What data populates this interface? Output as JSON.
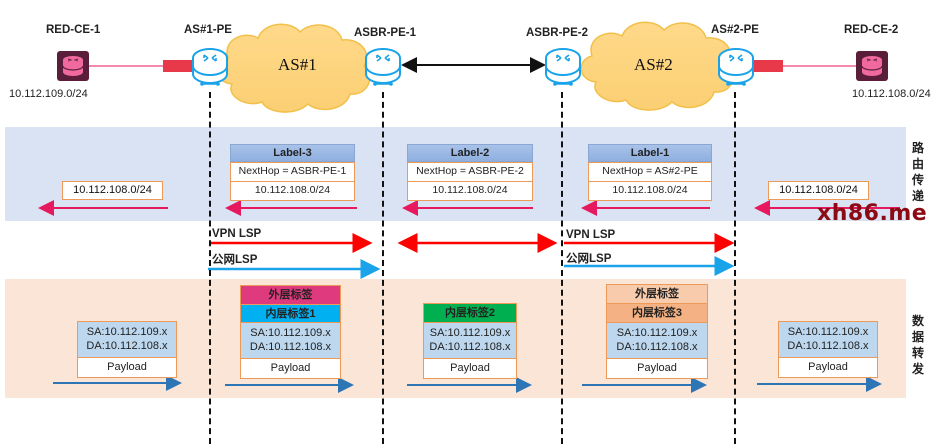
{
  "topology": {
    "nodes": [
      {
        "id": "red-ce-1",
        "label": "RED-CE-1",
        "network": "10.112.109.0/24",
        "type": "ce"
      },
      {
        "id": "as1-pe",
        "label": "AS#1-PE",
        "type": "pe"
      },
      {
        "id": "asbr-pe-1",
        "label": "ASBR-PE-1",
        "type": "pe"
      },
      {
        "id": "asbr-pe-2",
        "label": "ASBR-PE-2",
        "type": "pe"
      },
      {
        "id": "as2-pe",
        "label": "AS#2-PE",
        "type": "pe"
      },
      {
        "id": "red-ce-2",
        "label": "RED-CE-2",
        "network": "10.112.108.0/24",
        "type": "ce"
      }
    ],
    "clouds": [
      {
        "id": "as1",
        "label": "AS#1"
      },
      {
        "id": "as2",
        "label": "AS#2"
      }
    ],
    "icons": {
      "ce": "storage-router-icon",
      "pe": "router-icon",
      "cloud": "cloud-icon"
    }
  },
  "route_band": {
    "side_label": [
      "路",
      "由",
      "传",
      "递"
    ],
    "segments": [
      {
        "prefix": "10.112.108.0/24"
      },
      {
        "label": "Label-3",
        "nexthop": "NextHop = ASBR-PE-1",
        "prefix": "10.112.108.0/24"
      },
      {
        "label": "Label-2",
        "nexthop": "NextHop = ASBR-PE-2",
        "prefix": "10.112.108.0/24"
      },
      {
        "label": "Label-1",
        "nexthop": "NextHop = AS#2-PE",
        "prefix": "10.112.108.0/24"
      },
      {
        "prefix": "10.112.108.0/24"
      }
    ],
    "arrow_color": "#e6195f"
  },
  "lsp": {
    "vpn_lsp": "VPN LSP",
    "public_lsp": "公网LSP",
    "vpn_color": "#ff0000",
    "public_color": "#1aa3e8"
  },
  "forward_band": {
    "side_label": [
      "数",
      "据",
      "转",
      "发"
    ],
    "packets": [
      {
        "sa": "SA:10.112.109.x",
        "da": "DA:10.112.108.x",
        "payload": "Payload",
        "tags": []
      },
      {
        "sa": "SA:10.112.109.x",
        "da": "DA:10.112.108.x",
        "payload": "Payload",
        "tags": [
          {
            "text": "外层标签",
            "color": "#e03a7e"
          },
          {
            "text": "内层标签1",
            "color": "#00b0f0"
          }
        ]
      },
      {
        "sa": "SA:10.112.109.x",
        "da": "DA:10.112.108.x",
        "payload": "Payload",
        "tags": [
          {
            "text": "内层标签2",
            "color": "#00b050"
          }
        ]
      },
      {
        "sa": "SA:10.112.109.x",
        "da": "DA:10.112.108.x",
        "payload": "Payload",
        "tags": [
          {
            "text": "外层标签",
            "color": "#f8cbad"
          },
          {
            "text": "内层标签3",
            "color": "#f4b183"
          }
        ]
      },
      {
        "sa": "SA:10.112.109.x",
        "da": "DA:10.112.108.x",
        "payload": "Payload",
        "tags": []
      }
    ],
    "arrow_color": "#2e75b6"
  },
  "watermark": "xh86.me"
}
